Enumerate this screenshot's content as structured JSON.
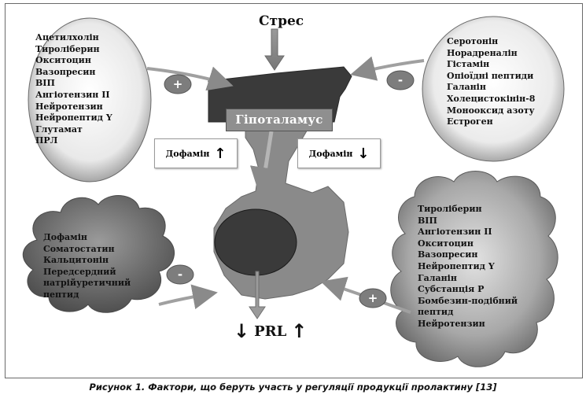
{
  "stress_label": "Стрес",
  "hypothalamus_label": "Гіпоталамус",
  "dopamine_up": {
    "label": "Дофамін",
    "arrow": "↑"
  },
  "dopamine_down": {
    "label": "Дофамін",
    "arrow": "↓"
  },
  "prl": {
    "label": "PRL",
    "arrow_down": "↓",
    "arrow_up": "↑"
  },
  "signs": {
    "top_left": "+",
    "top_right": "-",
    "bottom_left": "-",
    "bottom_right": "+"
  },
  "lists": {
    "top_left": [
      "Ацетилхолін",
      "Тироліберин",
      "Окситоцин",
      "Вазопресин",
      "ВІП",
      "Ангіотензин ІІ",
      "Нейротензин",
      "Нейропептид Y",
      "Глутамат",
      "ПРЛ"
    ],
    "top_right": [
      "Серотонін",
      "Норадреналін",
      "Гістамін",
      "Опіоїдні пептиди",
      "Галанін",
      "Холецистокінін-8",
      "Монооксид азоту",
      "Естроген"
    ],
    "bottom_left": [
      "Дофамін",
      "Соматостатин",
      "Кальцитонін",
      "Передсердний",
      "натрійуретичний",
      "пептид"
    ],
    "bottom_right": [
      "Тироліберин",
      "ВІП",
      "Ангіотензин ІІ",
      "Окситоцин",
      "Вазопресин",
      "Нейропептид Y",
      "Галанін",
      "Субстанція Р",
      "Бомбезин-подібний",
      "пептид",
      "Нейротензин"
    ]
  },
  "caption": "Рисунок 1. Фактори, що беруть участь у регуляції продукції пролактину [13]",
  "colors": {
    "gland": "#8a8a8a",
    "ellipse_dark": "#3a3a3a",
    "cloud_dark": "#6e6e6e",
    "sign_circle": "#7d7d7d"
  }
}
